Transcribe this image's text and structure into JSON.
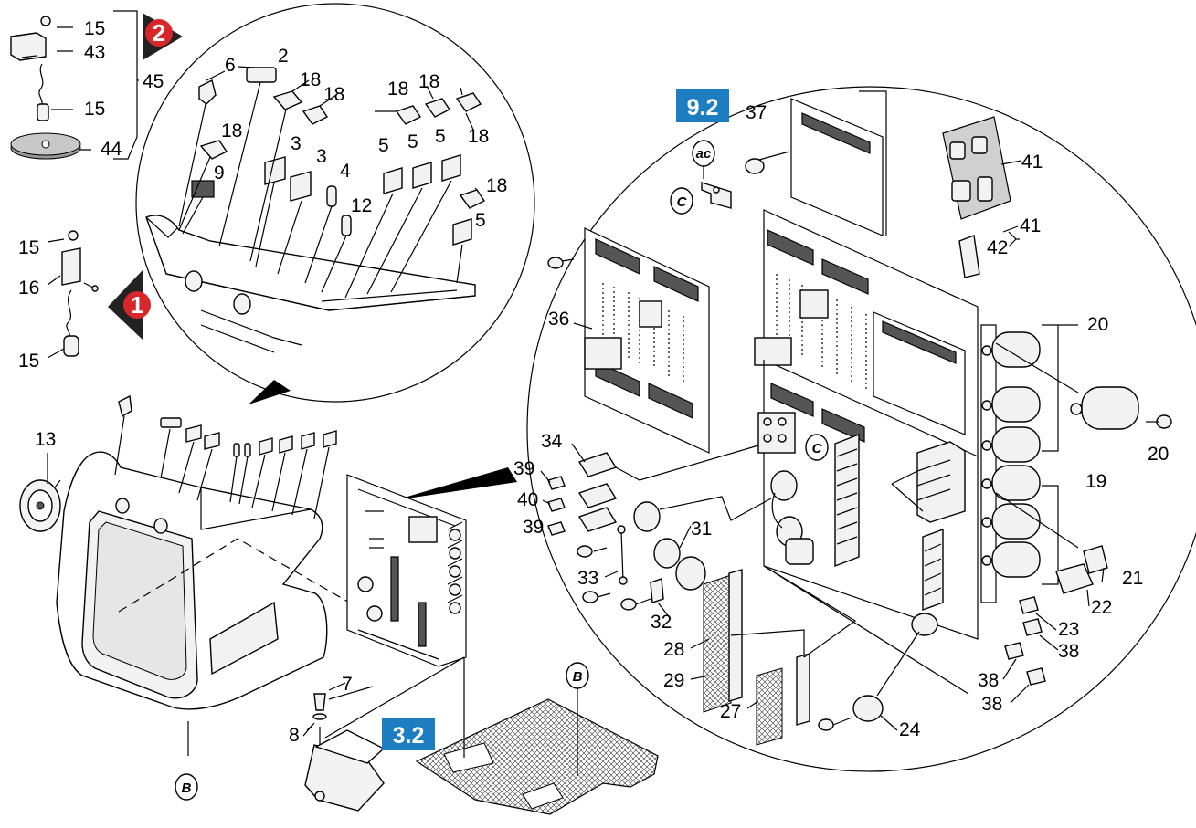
{
  "callouts": {
    "c15a": "15",
    "c43": "43",
    "c45": "45",
    "c15b": "15",
    "c44": "44",
    "c6": "6",
    "c2": "2",
    "c18a": "18",
    "c18b": "18",
    "c18c": "18",
    "c18d": "18",
    "c18e": "18",
    "c18f": "18",
    "c18g": "18",
    "c3a": "3",
    "c3b": "3",
    "c9": "9",
    "c4": "4",
    "c12": "12",
    "c5a": "5",
    "c5b": "5",
    "c5c": "5",
    "c5d": "5",
    "c15c": "15",
    "c16": "16",
    "c15d": "15",
    "c13": "13",
    "c37": "37",
    "c41a": "41",
    "c41b": "41",
    "c42": "42",
    "c36": "36",
    "c20a": "20",
    "c20b": "20",
    "c19": "19",
    "c34": "34",
    "c39a": "39",
    "c40": "40",
    "c39b": "39",
    "c31": "31",
    "c33": "33",
    "c32": "32",
    "c28": "28",
    "c29": "29",
    "c27": "27",
    "c24": "24",
    "c21": "21",
    "c22": "22",
    "c23": "23",
    "c38a": "38",
    "c38b": "38",
    "c38c": "38",
    "c7": "7",
    "c8": "8"
  },
  "ref_boxes": {
    "box_9_2": "9.2",
    "box_3_2": "3.2"
  },
  "markers": {
    "m1": "1",
    "m2": "2"
  },
  "view_tags": {
    "tagB1": "B",
    "tagB2": "B",
    "tagC1": "C",
    "tagC2": "C",
    "tagAC": "ac"
  },
  "colors": {
    "marker_red": "#d8262b",
    "marker_shadow": "#222222",
    "ref_blue": "#1c7ec0"
  }
}
